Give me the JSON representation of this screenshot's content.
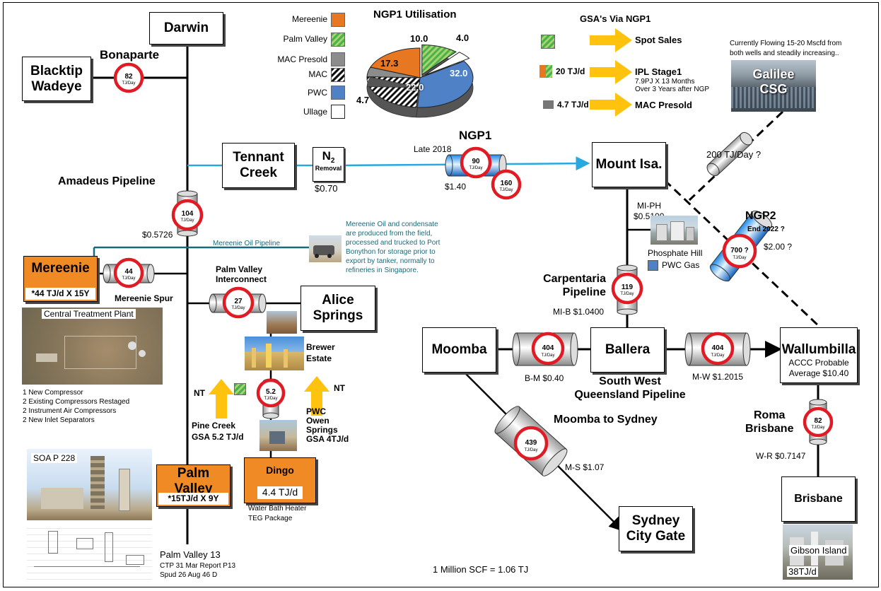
{
  "title": "NGP1 Utilisation",
  "legend": {
    "items": [
      {
        "label": "Mereenie",
        "color": "#e87722"
      },
      {
        "label": "Palm Valley",
        "color": "hatch-green"
      },
      {
        "label": "MAC Presold",
        "color": "#8c8c8c"
      },
      {
        "label": "MAC",
        "color": "hatch-black"
      },
      {
        "label": "PWC",
        "color": "#4f81c7"
      },
      {
        "label": "Ullage",
        "color": "#ffffff"
      }
    ]
  },
  "chart_data": {
    "type": "pie",
    "title": "NGP1 Utilisation",
    "labels": [
      "Mereenie",
      "Palm Valley",
      "Ullage",
      "PWC",
      "MAC",
      "MAC Presold"
    ],
    "values": [
      17.3,
      10.0,
      4.0,
      32.0,
      22.0,
      4.7
    ],
    "value_labels": [
      "17.3",
      "10.0",
      "4.0",
      "32.0",
      "22.0",
      "4.7"
    ]
  },
  "gsa": {
    "title": "GSA's Via NGP1",
    "rows": [
      {
        "swatch": "",
        "target": "Spot Sales",
        "sub": ""
      },
      {
        "swatch": "20 TJ/d",
        "target": "IPL Stage1",
        "sub": "7.9PJ X 13 Months\nOver 3 Years after NGP"
      },
      {
        "swatch": "4.7 TJ/d",
        "target": "MAC Presold",
        "sub": ""
      }
    ]
  },
  "galilee": {
    "note": "Currently Flowing 15-20 Mscfd from\nboth wells and steadily increasing..",
    "name": "Galilee\nCSG",
    "flow": "200 TJ/Day ?"
  },
  "nodes": {
    "darwin": "Darwin",
    "blacktip": "Blacktip\nWadeye",
    "bonaparte": "Bonaparte",
    "tennant": "Tennant\nCreek",
    "n2_removal": "Removal",
    "n2_formula": "N",
    "n2_sub": "2",
    "n2_cost": "$0.70",
    "mount_isa": "Mount Isa.",
    "alice": "Alice\nSprings",
    "moomba": "Moomba",
    "ballera": "Ballera",
    "wallumbilla": "Wallumbilla",
    "wallumbilla_note": "ACCC Probable\nAverage $10.40",
    "brisbane": "Brisbane",
    "sydney": "Sydney\nCity Gate",
    "mereenie": "Mereenie",
    "mereenie_gsa": "*44 TJ/d X 15Y",
    "palm_valley": "Palm\nValley",
    "palm_valley_gsa": "*15TJ/d X 9Y",
    "dingo": "Dingo",
    "dingo_flow": "4.4 TJ/d"
  },
  "pipelines": {
    "amadeus": {
      "name": "Amadeus Pipeline",
      "capacity": "104",
      "tariff": "$0.5726"
    },
    "bonaparte": {
      "capacity": "82"
    },
    "ngp1": {
      "name": "NGP1",
      "date": "Late 2018",
      "capacity": "90",
      "expansion": "160",
      "tariff": "$1.40"
    },
    "ngp2": {
      "name": "NGP2",
      "date": "End 2022 ?",
      "capacity": "700 ?",
      "tariff": "$2.00 ?"
    },
    "mereenie_spur": {
      "name": "Mereenie Spur",
      "capacity": "44"
    },
    "mereenie_oil": {
      "name": "Mereenie Oil Pipeline"
    },
    "palm_valley_ic": {
      "name": "Palm Valley\nInterconnect",
      "capacity": "27"
    },
    "dingo": {
      "capacity": "5.2"
    },
    "carpentaria": {
      "name": "Carpentaria\nPipeline",
      "capacity": "119",
      "tariff": "MI-B $1.0400"
    },
    "mi_ph": {
      "name": "MI-PH",
      "tariff": "$0.5100"
    },
    "swqp": {
      "name": "South West\nQueensland Pipeline",
      "bm_capacity": "404",
      "bm_tariff": "B-M $0.40",
      "mw_capacity": "404",
      "mw_tariff": "M-W $1.2015"
    },
    "moomba_sydney": {
      "name": "Moomba to Sydney",
      "capacity": "439",
      "tariff": "M-S $1.07"
    },
    "roma_brisbane": {
      "name": "Roma\nBrisbane",
      "capacity": "82",
      "tariff": "W-R $0.7147"
    }
  },
  "unit": "TJ/Day",
  "phosphate": {
    "name": "Phosphate Hill",
    "legend": "PWC Gas"
  },
  "mereenie_oil_note": "Mereenie Oil and condensate\nare produced from the field,\nprocessed and trucked to Port\nBonython for storage prior to\nexport by tanker, normally to\nrefineries in Singapore.",
  "ctp": {
    "title": "Central Treatment Plant",
    "items": [
      "1 New Compressor",
      "2 Existing Compressors Restaged",
      "2 Instrument Air Compressors",
      "2 New Inlet Separators"
    ]
  },
  "brewer": "Brewer\nEstate",
  "pine_creek": {
    "nt": "NT",
    "label": "Pine Creek\nGSA 5.2 TJ/d"
  },
  "pwc_owen": {
    "nt": "NT",
    "label": "PWC\nOwen\nSprings\nGSA 4TJ/d"
  },
  "soa": "SOA P 228",
  "palm_valley_13": "Palm Valley 13",
  "ctp_report": "CTP 31 Mar Report P13\nSpud 26 Aug 46 D",
  "water_bath": "Water Bath Heater\nTEG Package",
  "gibson": {
    "name": "Gibson Island",
    "flow": "38TJ/d"
  },
  "conversion": "1 Million SCF = 1.06 TJ"
}
